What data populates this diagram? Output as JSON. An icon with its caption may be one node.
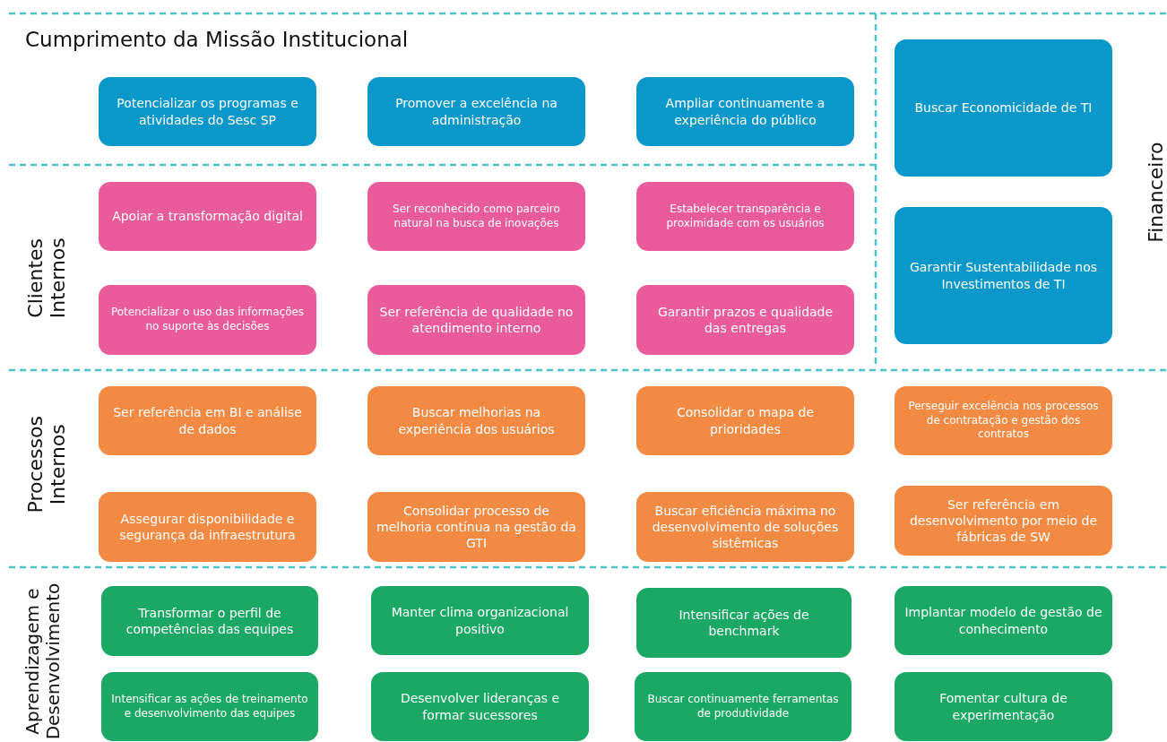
{
  "diagram": {
    "nodes": [
      {
        "text": [
          "Potencializar os programas e atividades do Sesc SP"
        ]
      },
      {
        "text": [
          "Promover a excelência na administração"
        ]
      },
      {
        "text": [
          "Ampliar continuamente a experiência do público"
        ]
      },
      {
        "text": [
          "Buscar Economicidade de TI"
        ]
      },
      {
        "text": [
          "Apoiar a transformação digital"
        ]
      },
      {
        "text": [
          "Ser reconhecido como parceiro natural na busca de inovações"
        ]
      },
      {
        "text": [
          "Estabelecer transparência e proximidade com os usuários"
        ]
      },
      {
        "text": [
          "Garantir Sustentabilidade nos Investimentos de TI"
        ]
      },
      {
        "text": [
          "Potencializar o uso das informações no suporte às decisões"
        ]
      },
      {
        "text": [
          "Ser referência de qualidade no atendimento interno"
        ]
      },
      {
        "text": [
          "Garantir prazos e qualidade das entregas"
        ]
      },
      {
        "text": [
          "Ser referência em BI e análise de dados"
        ]
      },
      {
        "text": [
          "Buscar melhorias na experiência dos usuários"
        ]
      },
      {
        "text": [
          "Consolidar o mapa de prioridades"
        ]
      },
      {
        "text": [
          "Perseguir excelência nos processos de contratação e gestão dos contratos"
        ]
      },
      {
        "text": [
          "Assegurar disponibilidade e segurança da infraestrutura"
        ]
      },
      {
        "text": [
          "Consolidar processo de melhoria contínua na gestão da GTI"
        ]
      },
      {
        "text": [
          "Buscar eficiência máxima no desenvolvimento de soluções sistêmicas"
        ]
      },
      {
        "text": [
          "Ser referência em desenvolvimento por meio de fábricas de SW"
        ]
      },
      {
        "text": [
          "Transformar o perfil de competências das equipes"
        ]
      },
      {
        "text": [
          "Manter clima organizacional positivo"
        ]
      },
      {
        "text": [
          "Intensificar ações de benchmark"
        ]
      },
      {
        "text": [
          "Implantar modelo de gestão de conhecimento"
        ]
      },
      {
        "text": [
          "Intensificar as ações de treinamento e desenvolvimento das equipes"
        ]
      },
      {
        "text": [
          "Desenvolver lideranças e formar sucessores"
        ]
      },
      {
        "text": [
          "Buscar continuamente ferramentas de produtividade"
        ]
      },
      {
        "text": [
          "Fomentar cultura de experimentação"
        ]
      }
    ],
    "labels": [
      "Cumprimento da Missão Institucional",
      "Financeiro",
      "Clientes Internos",
      "Processos Internos",
      "Aprendizagem e Desenvolvimento"
    ]
  }
}
